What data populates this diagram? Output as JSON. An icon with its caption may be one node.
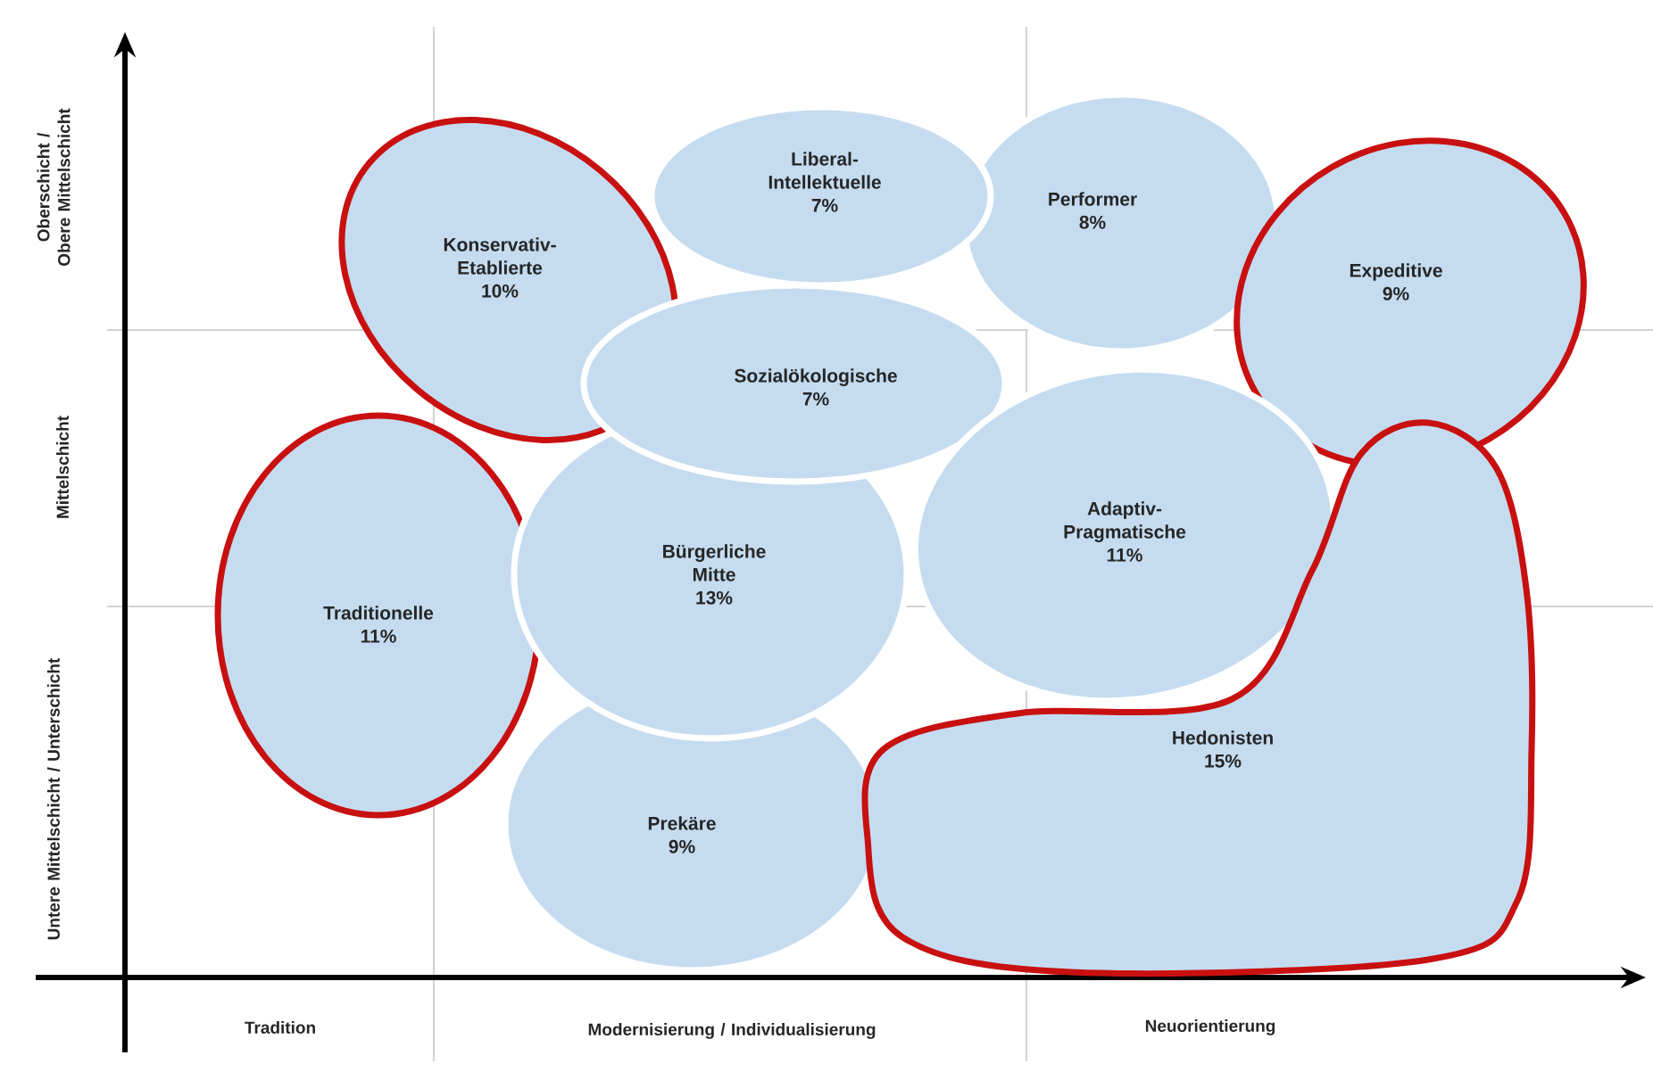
{
  "diagram": {
    "nodes": [
      {
        "text": [
          "Liberal-Intellektuelle",
          "7%"
        ]
      },
      {
        "text": [
          "Performer",
          "8%"
        ]
      },
      {
        "text": [
          "Konservativ-Etablierte",
          "10%"
        ]
      },
      {
        "text": [
          "Expeditive",
          "9%"
        ]
      },
      {
        "text": [
          "Sozialökologische",
          "7%"
        ]
      },
      {
        "text": [
          "Adaptiv-Pragmatische",
          "11%"
        ]
      },
      {
        "text": [
          "Bürgerliche Mitte",
          "13%"
        ]
      },
      {
        "text": [
          "Traditionelle",
          "11%"
        ]
      },
      {
        "text": [
          "Hedonisten",
          "15%"
        ]
      },
      {
        "text": [
          "Prekäre",
          "9%"
        ]
      }
    ],
    "edges": [],
    "labels": [
      "Oberschicht / Obere Mittelschicht",
      "Mittelschicht",
      "Untere Mittelschicht / Unterschicht",
      "Tradition",
      "Modernisierung / Individualisierung",
      "Neuorientierung"
    ]
  }
}
